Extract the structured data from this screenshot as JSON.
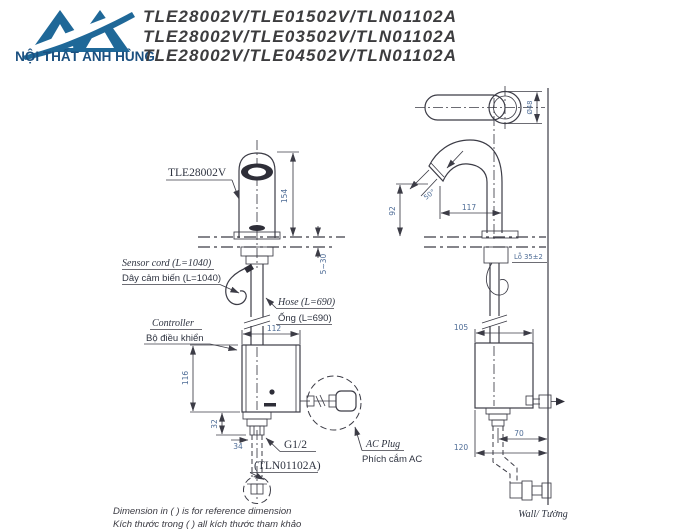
{
  "logo": {
    "company": "NỘI THẤT ANH HÙNG"
  },
  "titles": {
    "line1": "TLE28002V/TLE01502V/TLN01102A",
    "line2": "TLE28002V/TLE03502V/TLN01102A",
    "line3": "TLE28002V/TLE04502V/TLN01102A"
  },
  "front_view": {
    "model": "TLE28002V",
    "sensor_cord_en": "Sensor cord (L=1040)",
    "sensor_cord_vi": "Dây cảm biến (L=1040)",
    "hose_en": "Hose (L=690)",
    "hose_vi": "Ống (L=690)",
    "controller_en": "Controller",
    "controller_vi": "Bộ điều khiển",
    "thread": "G1/2",
    "ac_plug_en": "AC Plug",
    "ac_plug_vi": "Phích cắm AC",
    "valve_model": "(TLN01102A)",
    "dim_height": "154",
    "dim_deck": "5~30",
    "dim_width": "112",
    "dim_box_height": "116",
    "dim_shank": "32",
    "dim_nut": "34"
  },
  "side_view": {
    "dim_diameter": "Ø48",
    "dim_reach": "117",
    "dim_height": "92",
    "dim_angle": "50°",
    "hole_label": "Lỗ 35±2",
    "dim_depth": "105",
    "dim_pipe_wall": "70",
    "dim_box_wall": "120",
    "wall_label": "Wall/ Tường"
  },
  "footer": {
    "note_en": "Dimension in ( ) is for reference dimension",
    "note_vi": "Kích thước trong ( ) all kích thước tham khảo"
  },
  "colors": {
    "accent_blue": "#1f6898",
    "logo_text": "#1b5080",
    "dim_text": "#4e6c96",
    "line": "#3c3c46"
  }
}
